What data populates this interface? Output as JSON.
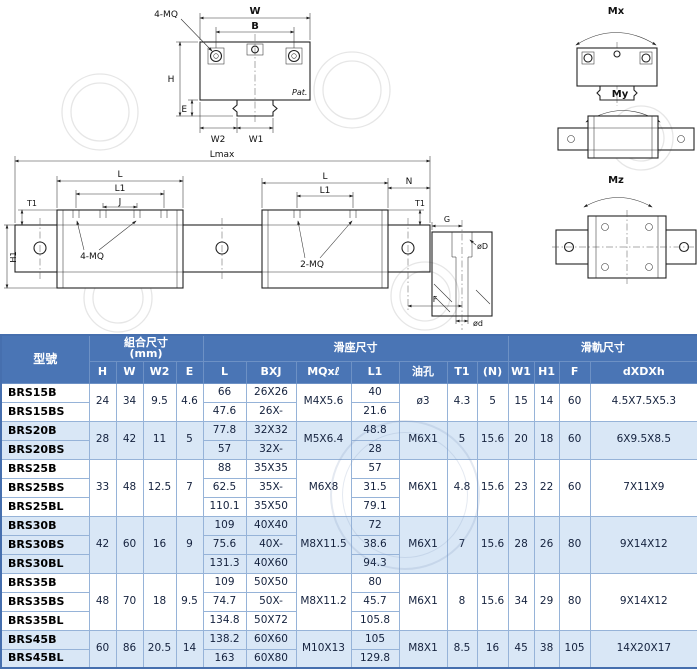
{
  "drawing": {
    "front_view": {
      "mq_label": "4-MQ",
      "w": "W",
      "b": "B",
      "h": "H",
      "e": "E",
      "w2": "W2",
      "w1": "W1",
      "pat": "Pat."
    },
    "side_view": {
      "lmax": "Lmax",
      "l_left": "L",
      "l1_left": "L1",
      "j": "J",
      "mq4": "4-MQ",
      "mq2": "2-MQ",
      "l_right": "L",
      "l1_right": "L1",
      "n": "N",
      "t1_left": "T1",
      "h1": "H1",
      "t1_right": "T1",
      "g": "G",
      "dia_D": "øD",
      "dia_d": "ød",
      "f": "F"
    },
    "moments": {
      "mx": "Mx",
      "my": "My",
      "mz": "Mz"
    }
  },
  "table": {
    "header": {
      "model": "型號",
      "assembly_group": [
        "組合尺寸",
        "(mm)"
      ],
      "carriage_group": "滑座尺寸",
      "rail_group": "滑軌尺寸",
      "columns": [
        "H",
        "W",
        "W2",
        "E",
        "L",
        "BXJ",
        "MQxℓ",
        "L1",
        "油孔",
        "T1",
        "(N)",
        "W1",
        "H1",
        "F",
        "dXDXh"
      ]
    },
    "groups": [
      {
        "shaded": false,
        "h": "24",
        "w": "34",
        "w2": "9.5",
        "e": "4.6",
        "mq": "M4X5.6",
        "oil": "ø3",
        "t1": "4.3",
        "n": "5",
        "w1": "15",
        "h1": "14",
        "f": "60",
        "dxdxh": "4.5X7.5X5.3",
        "rows": [
          {
            "model": "BRS15B",
            "l": "66",
            "bxj": "26X26",
            "l1": "40"
          },
          {
            "model": "BRS15BS",
            "l": "47.6",
            "bxj": "26X-",
            "l1": "21.6"
          }
        ]
      },
      {
        "shaded": true,
        "h": "28",
        "w": "42",
        "w2": "11",
        "e": "5",
        "mq": "M5X6.4",
        "oil": "M6X1",
        "t1": "5",
        "n": "15.6",
        "w1": "20",
        "h1": "18",
        "f": "60",
        "dxdxh": "6X9.5X8.5",
        "rows": [
          {
            "model": "BRS20B",
            "l": "77.8",
            "bxj": "32X32",
            "l1": "48.8"
          },
          {
            "model": "BRS20BS",
            "l": "57",
            "bxj": "32X-",
            "l1": "28"
          }
        ]
      },
      {
        "shaded": false,
        "h": "33",
        "w": "48",
        "w2": "12.5",
        "e": "7",
        "mq": "M6X8",
        "oil": "M6X1",
        "t1": "4.8",
        "n": "15.6",
        "w1": "23",
        "h1": "22",
        "f": "60",
        "dxdxh": "7X11X9",
        "rows": [
          {
            "model": "BRS25B",
            "l": "88",
            "bxj": "35X35",
            "l1": "57"
          },
          {
            "model": "BRS25BS",
            "l": "62.5",
            "bxj": "35X-",
            "l1": "31.5"
          },
          {
            "model": "BRS25BL",
            "l": "110.1",
            "bxj": "35X50",
            "l1": "79.1"
          }
        ]
      },
      {
        "shaded": true,
        "h": "42",
        "w": "60",
        "w2": "16",
        "e": "9",
        "mq": "M8X11.5",
        "oil": "M6X1",
        "t1": "7",
        "n": "15.6",
        "w1": "28",
        "h1": "26",
        "f": "80",
        "dxdxh": "9X14X12",
        "rows": [
          {
            "model": "BRS30B",
            "l": "109",
            "bxj": "40X40",
            "l1": "72"
          },
          {
            "model": "BRS30BS",
            "l": "75.6",
            "bxj": "40X-",
            "l1": "38.6"
          },
          {
            "model": "BRS30BL",
            "l": "131.3",
            "bxj": "40X60",
            "l1": "94.3"
          }
        ]
      },
      {
        "shaded": false,
        "h": "48",
        "w": "70",
        "w2": "18",
        "e": "9.5",
        "mq": "M8X11.2",
        "oil": "M6X1",
        "t1": "8",
        "n": "15.6",
        "w1": "34",
        "h1": "29",
        "f": "80",
        "dxdxh": "9X14X12",
        "rows": [
          {
            "model": "BRS35B",
            "l": "109",
            "bxj": "50X50",
            "l1": "80"
          },
          {
            "model": "BRS35BS",
            "l": "74.7",
            "bxj": "50X-",
            "l1": "45.7"
          },
          {
            "model": "BRS35BL",
            "l": "134.8",
            "bxj": "50X72",
            "l1": "105.8"
          }
        ]
      },
      {
        "shaded": true,
        "h": "60",
        "w": "86",
        "w2": "20.5",
        "e": "14",
        "mq": "M10X13",
        "oil": "M8X1",
        "t1": "8.5",
        "n": "16",
        "w1": "45",
        "h1": "38",
        "f": "105",
        "dxdxh": "14X20X17",
        "rows": [
          {
            "model": "BRS45B",
            "l": "138.2",
            "bxj": "60X60",
            "l1": "105"
          },
          {
            "model": "BRS45BL",
            "l": "163",
            "bxj": "60X80",
            "l1": "129.8"
          }
        ]
      }
    ]
  }
}
